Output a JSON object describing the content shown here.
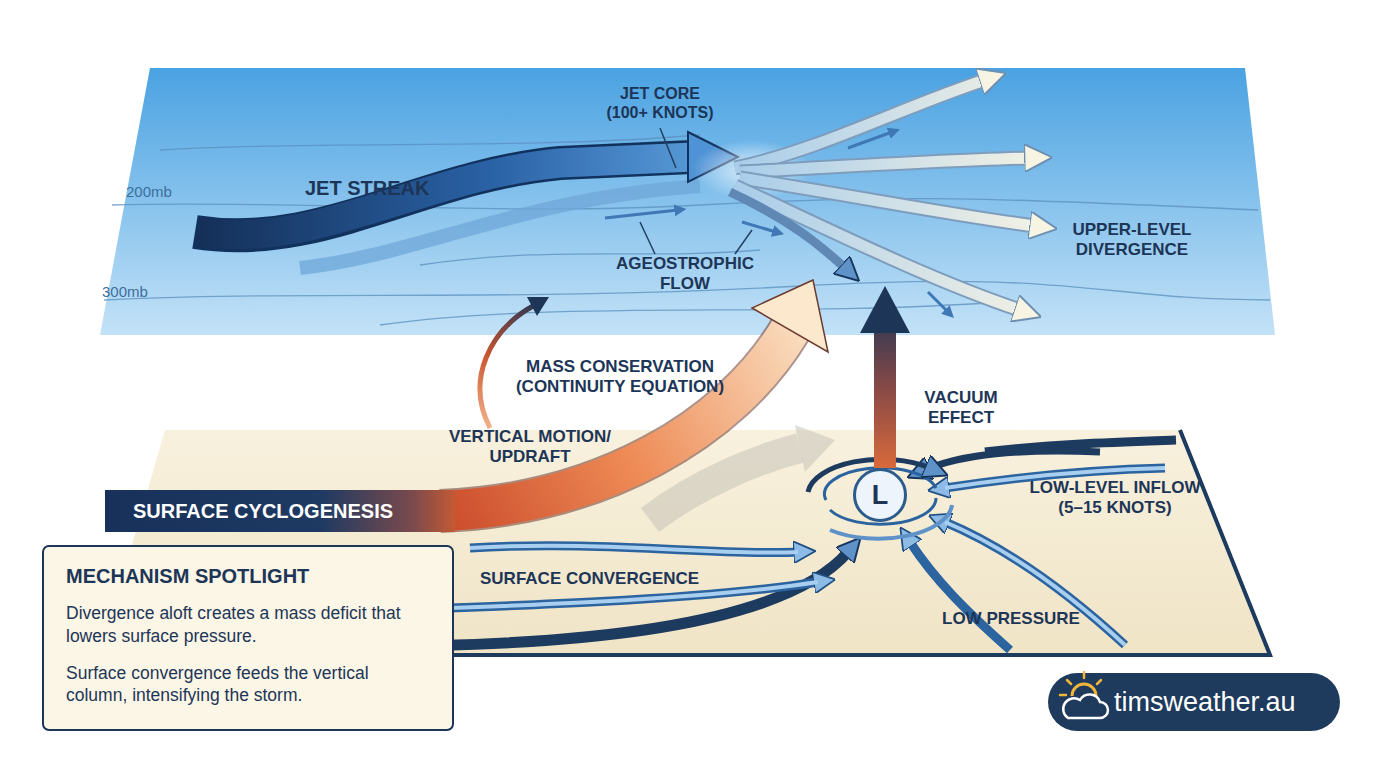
{
  "diagram": {
    "nodes": [
      {
        "text": [
          "SURFACE CYCLOGENESIS"
        ]
      },
      {
        "text": [
          "L"
        ]
      },
      {
        "text": [
          "MECHANISM SPOTLIGHT",
          "Divergence aloft creates a mass deficit that lowers surface pressure.",
          "Surface convergence feeds the vertical column, intensifying the storm."
        ]
      },
      {
        "text": [
          "timsweather.au"
        ]
      }
    ],
    "labels": [
      "JET CORE (100+ KNOTS)",
      "JET STREAK",
      "200mb",
      "300mb",
      "AGEOSTROPHIC FLOW",
      "UPPER-LEVEL DIVERGENCE",
      "MASS CONSERVATION (CONTINUITY EQUATION)",
      "VACUUM EFFECT",
      "VERTICAL MOTION/ UPDRAFT",
      "LOW-LEVEL INFLOW (5–15 KNOTS)",
      "SURFACE CONVERGENCE",
      "LOW PRESSURE"
    ]
  }
}
